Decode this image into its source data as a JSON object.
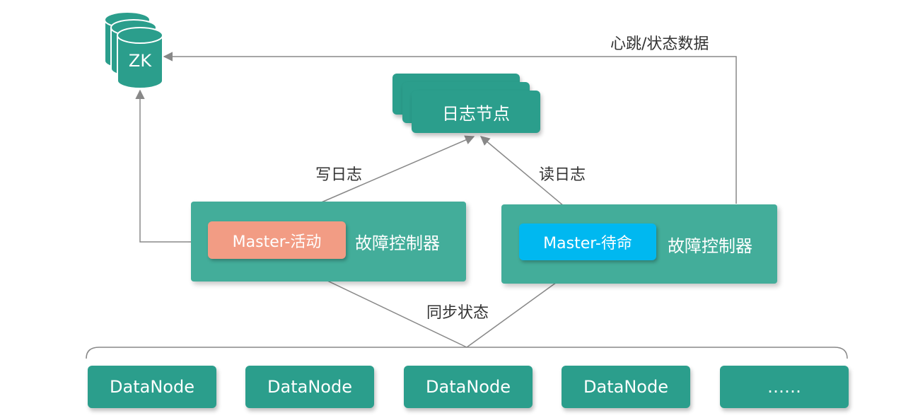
{
  "zk": {
    "label": "ZK"
  },
  "log_nodes": {
    "label": "日志节点"
  },
  "edges": {
    "heartbeat": "心跳/状态数据",
    "write_log": "写日志",
    "read_log": "读日志",
    "sync_state": "同步状态"
  },
  "active_panel": {
    "master": "Master-活动",
    "controller": "故障控制器"
  },
  "standby_panel": {
    "master": "Master-待命",
    "controller": "故障控制器"
  },
  "datanodes": [
    "DataNode",
    "DataNode",
    "DataNode",
    "DataNode",
    "……"
  ],
  "colors": {
    "teal": "#2b9e8c",
    "panel": "#43ad9a",
    "active": "#f29c84",
    "standby": "#00b8f0",
    "line": "#888888"
  }
}
